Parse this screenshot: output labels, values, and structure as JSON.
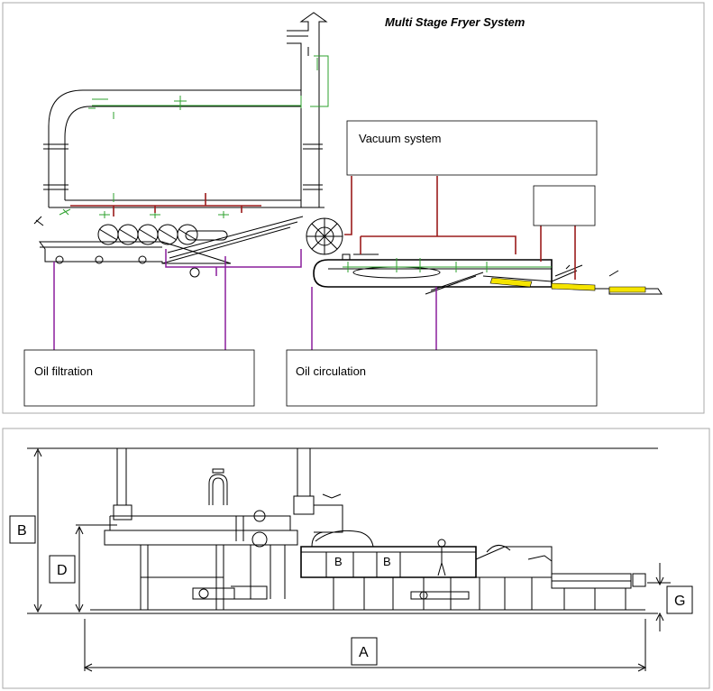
{
  "top_diagram": {
    "title": "Multi Stage Fryer System",
    "boxes": {
      "vacuum": "Vacuum system",
      "filtration": "Oil filtration",
      "circulation": "Oil circulation"
    },
    "line_colors": {
      "outline": "#000000",
      "sensors": "#2ca02c",
      "vacuum_pipes": "#9b1b1b",
      "oil_pipes": "#8a1e9c",
      "product": "#f5e400"
    }
  },
  "bottom_diagram": {
    "dimension_labels": {
      "length": "A",
      "total_height": "B",
      "hood_height": "D",
      "infeed_height": "G"
    },
    "section_markers": [
      "B",
      "B"
    ]
  }
}
